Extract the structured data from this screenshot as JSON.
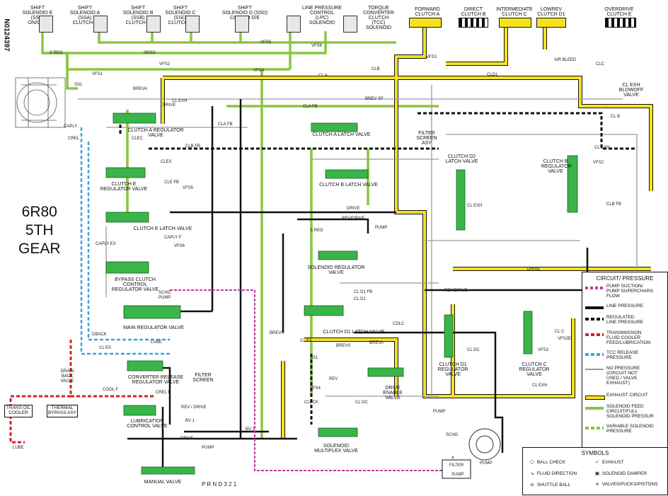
{
  "doc_id": "N0124397",
  "gear_label": [
    "6R80",
    "5TH",
    "GEAR"
  ],
  "solenoids": [
    {
      "label": "SHIFT\nSOLENOID E\n(SSE)\nON/OFF"
    },
    {
      "label": "SHIFT\nSOLENOID A\n(SSA)\nCLUTCH A"
    },
    {
      "label": "SHIFT\nSOLENOID B\n(SSB)\nCLUTCH B"
    },
    {
      "label": "SHIFT\nSOLENOID C\n(SSC)\nCLUTCH C"
    },
    {
      "label": "SHIFT\nSOLENOID D (SSD)\nCLUTCH D/E"
    },
    {
      "label": "LINE PRESSURE\nCONTROL\n(LPC)\nSOLENOID"
    },
    {
      "label": "TORQUE\nCONVERTER\nCLUTCH\n(TCC)\nSOLENOID"
    }
  ],
  "clutches": [
    {
      "label": "FORWARD\nCLUTCH A",
      "style": "yellow"
    },
    {
      "label": "DIRECT\nCLUTCH B",
      "style": "hatch"
    },
    {
      "label": "INTERMEDIATE\nCLUTCH C",
      "style": "yellow"
    },
    {
      "label": "LOWREV\nCLUTCH D1",
      "style": "yellow"
    },
    {
      "label": "OVERDRIVE\nCLUTCH E",
      "style": "hatch"
    }
  ],
  "valves": {
    "clutch_a_reg": "CLUTCH A REGULATOR\nVALVE",
    "clutch_e_reg": "CLUTCH E\nREGULATOR VALVE",
    "clutch_e_latch": "CLUTCH E LATCH VALVE",
    "bypass": "BYPASS CLUTCH\nCONTROL\nREGULATOR VALVE",
    "main_reg": "MAIN REGULATOR VALVE",
    "conv_release": "CONVERTER RELEASE\nREGULATOR VALVE",
    "lube_ctrl": "LUBRICATION\nCONTROL VALVE",
    "manual": "MANUAL VALVE",
    "clutch_a_latch": "CLUTCH A LATCH VALVE",
    "clutch_b_latch": "CLUTCH B LATCH VALVE",
    "clutch_d2_latch": "CLUTCH D2\nLATCH VALVE",
    "clutch_b_reg": "CLUTCH B\nREGULATOR\nVALVE",
    "solenoid_reg": "SOLENOID REGULATOR\nVALVE",
    "clutch_d1_latch": "CLUTCH D1 LATCH VALVE",
    "drive_enable": "DRIVE ENABLE\nVALVE",
    "solenoid_mux": "SOLENOID\nMULTIPLEX VALVE",
    "clutch_d1_reg": "CLUTCH D1\nREGULATOR VALVE",
    "clutch_c_reg": "CLUTCH C\nREGULATOR VALVE"
  },
  "boxes": {
    "trans_oil_cooler": "TRANS OIL\nCOOLER",
    "thermal_bypass": "THERMAL\nBYPASS ASY",
    "filter": "FILTER",
    "sump": "SUMP",
    "pump": "PUMP",
    "lube": "LUBE",
    "drain_back": "DRAIN\nBACK\nVALVE",
    "air_bleed": "AIR BLEED",
    "cl_exh_blowoff": "CL EXH\nBLOWOFF\nVALVE",
    "filter_screen": "FILTER\nSCREEN",
    "filter_screen_asy": "FILTER\nSCREEN\nASY",
    "gear_positions": "P  R N D  3 2 1"
  },
  "line_labels": [
    "S REG",
    "SRSG",
    "VFS5",
    "VFS6",
    "VFS3",
    "VFS2",
    "VFS1",
    "SS1",
    "VFS4",
    "CL A",
    "CLB",
    "BREVA",
    "CL EXH",
    "DRIVE",
    "CLA FB",
    "CLEC",
    "CLA FB",
    "BREV SF",
    "CLD1",
    "CLC",
    "CAPLY",
    "CREL",
    "CLB FB",
    "CLEX",
    "CLE FB",
    "VFS5",
    "CAPLY F",
    "VFS6",
    "CAPLY EX",
    "CL B",
    "CL EXH",
    "VFS2",
    "CLB FB",
    "DRIVE",
    "REV/DRIVE",
    "S REG",
    "PUMP",
    "CL D1 FB",
    "CL D1",
    "CL EXH",
    "DRIVE",
    "REV/DRIVE",
    "SCHG",
    "PUMP",
    "LUBE",
    "CDLC",
    "BREVS",
    "CL EX",
    "SS1",
    "BREVS",
    "BREVA",
    "REV",
    "VFS4",
    "CLBCK",
    "COOL F",
    "CREL F",
    "REV / DRIVE",
    "BV 1",
    "BV 2",
    "DRIVE",
    "PUMP",
    "CL DC",
    "CL DC",
    "VFS3",
    "CL EXH",
    "PUMP",
    "SCHG",
    "DBACK",
    "CL EX",
    "CL C",
    "VFS3E"
  ],
  "legend": {
    "title": "CIRCUIT/ PRESSURE",
    "items": [
      {
        "label": "PUMP SUCTION/\nPUMP SUPERCHARG\nFLOW",
        "color": "#c0399c"
      },
      {
        "label": "LINE PRESSURE",
        "color": "#111111"
      },
      {
        "label": "REGULATED\nLINE PRESSURE",
        "color": "#111111"
      },
      {
        "label": "TRANSMISSION\nFLUID COOLER\nFEED/LUBRICATION",
        "color": "#d2232a"
      },
      {
        "label": "TCC RELEASE\nPRESSURE",
        "color": "#3aa6dd"
      },
      {
        "label": "NO PRESSURE\n(CIRCUIT NOT\nUSED / VALVE\nEXHAUST)",
        "color": "#9a9a9a"
      },
      {
        "label": "EXHAUST CIRCUIT",
        "color": "#f4e21f"
      },
      {
        "label": "SOLENOID FEED\nCIRCUIT/FULL\nSOLENOID PRESSUR",
        "color": "#8bc53f"
      },
      {
        "label": "VARIABLE SOLENOID\nPRESSURE",
        "color": "#8bc53f"
      }
    ]
  },
  "symbols": {
    "title": "SYMBOLS",
    "items": [
      {
        "glyph": "⬡",
        "label": "BALL CHECK"
      },
      {
        "glyph": "✓",
        "label": "EXHAUST"
      },
      {
        "glyph": "↘",
        "label": "FLUID DIRECTION"
      },
      {
        "glyph": "▣",
        "label": "SOLENOID DAMPER"
      },
      {
        "glyph": "⊖",
        "label": "SHUTTLE BALL"
      },
      {
        "glyph": "■",
        "label": "VALVES/PUCKS/PISTONS"
      }
    ]
  },
  "colors": {
    "line": "#111111",
    "exhaust": "#f4e21f",
    "solenoid": "#8bc53f",
    "no_pressure": "#9a9a9a",
    "cooler": "#d2232a",
    "tcc": "#3aa6dd",
    "suction": "#c0399c",
    "valve": "#39b54a"
  }
}
